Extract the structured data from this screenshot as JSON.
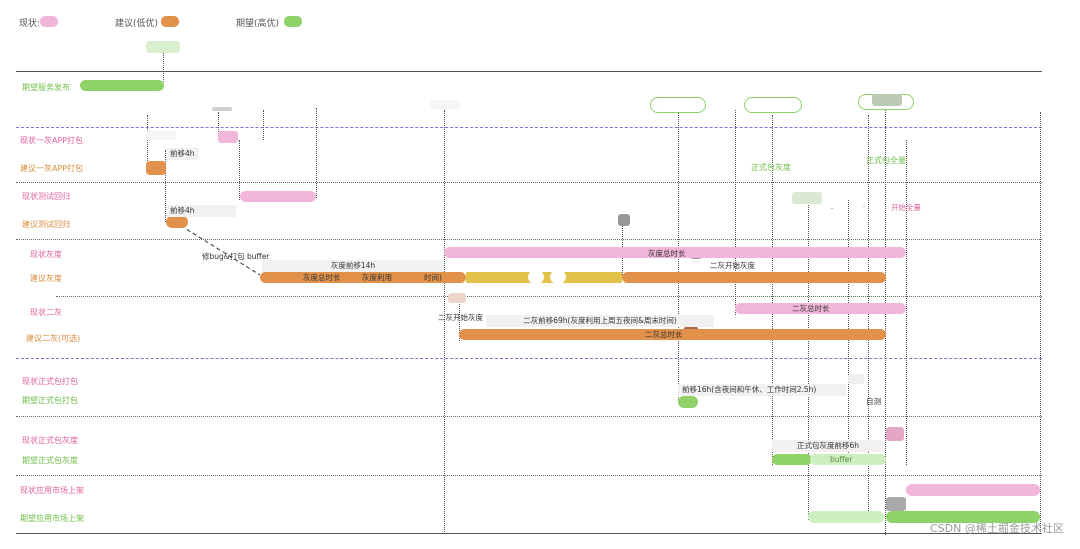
{
  "legend": [
    {
      "label": "现状:",
      "color": "#f2b6da"
    },
    {
      "label": "建议(低优)",
      "color": "#e2914a"
    },
    {
      "label": "期望(高优)",
      "color": "#8fd26a"
    }
  ],
  "rows": [
    {
      "label": "期望服务发布",
      "color": "#6fbf4a"
    },
    {
      "label": "现状一灰APP打包",
      "color": "#e0629f"
    },
    {
      "label": "建议一灰APP打包",
      "color": "#d98a3a"
    },
    {
      "label": "现状测试回归",
      "color": "#e0629f"
    },
    {
      "label": "建议测试回归",
      "color": "#d98a3a"
    },
    {
      "label": "现状灰度",
      "color": "#e0629f"
    },
    {
      "label": "建议灰度",
      "color": "#d98a3a"
    },
    {
      "label": "现状二灰",
      "color": "#e0629f"
    },
    {
      "label": "建议二灰(可选)",
      "color": "#d98a3a"
    },
    {
      "label": "现状正式包打包",
      "color": "#e0629f"
    },
    {
      "label": "期望正式包打包",
      "color": "#6fbf4a"
    },
    {
      "label": "现状正式包灰度",
      "color": "#e0629f"
    },
    {
      "label": "期望正式包灰度",
      "color": "#6fbf4a"
    },
    {
      "label": "现状应用市场上架",
      "color": "#e0629f"
    },
    {
      "label": "期望应用市场上架",
      "color": "#6fbf4a"
    }
  ],
  "annotations": {
    "advance_4h_a": "前移4h",
    "advance_4h_b": "前移4h",
    "fix_bug_buffer": "修bug&打包 buffer",
    "gray_advance_14h": "灰度前移14h",
    "gray_total_util_a": "灰度总时长",
    "gray_total_util_b": "灰度利用",
    "gray_total_util_c": "时间)",
    "gray_total_duration": "灰度总时长",
    "second_gray_start_a": "二灰开始灰度",
    "second_gray_start_b": "二灰开始灰度",
    "second_gray_advance_69h": "二灰前移69h(灰度利用上周五夜间&周末时间)",
    "second_gray_total_a": "二灰总时长",
    "second_gray_total_b": "二灰总时长",
    "official_gray": "正式包灰度",
    "official_full": "正式包全量",
    "start_full": "开始全量",
    "advance_16h": "前移16h(含夜间和午休、工作时间2.5h)",
    "self_test": "自测",
    "official_gray_advance_6h": "正式包灰度前移6h",
    "buffer": "buffer"
  },
  "watermark": "CSDN @稀土掘金技术社区"
}
